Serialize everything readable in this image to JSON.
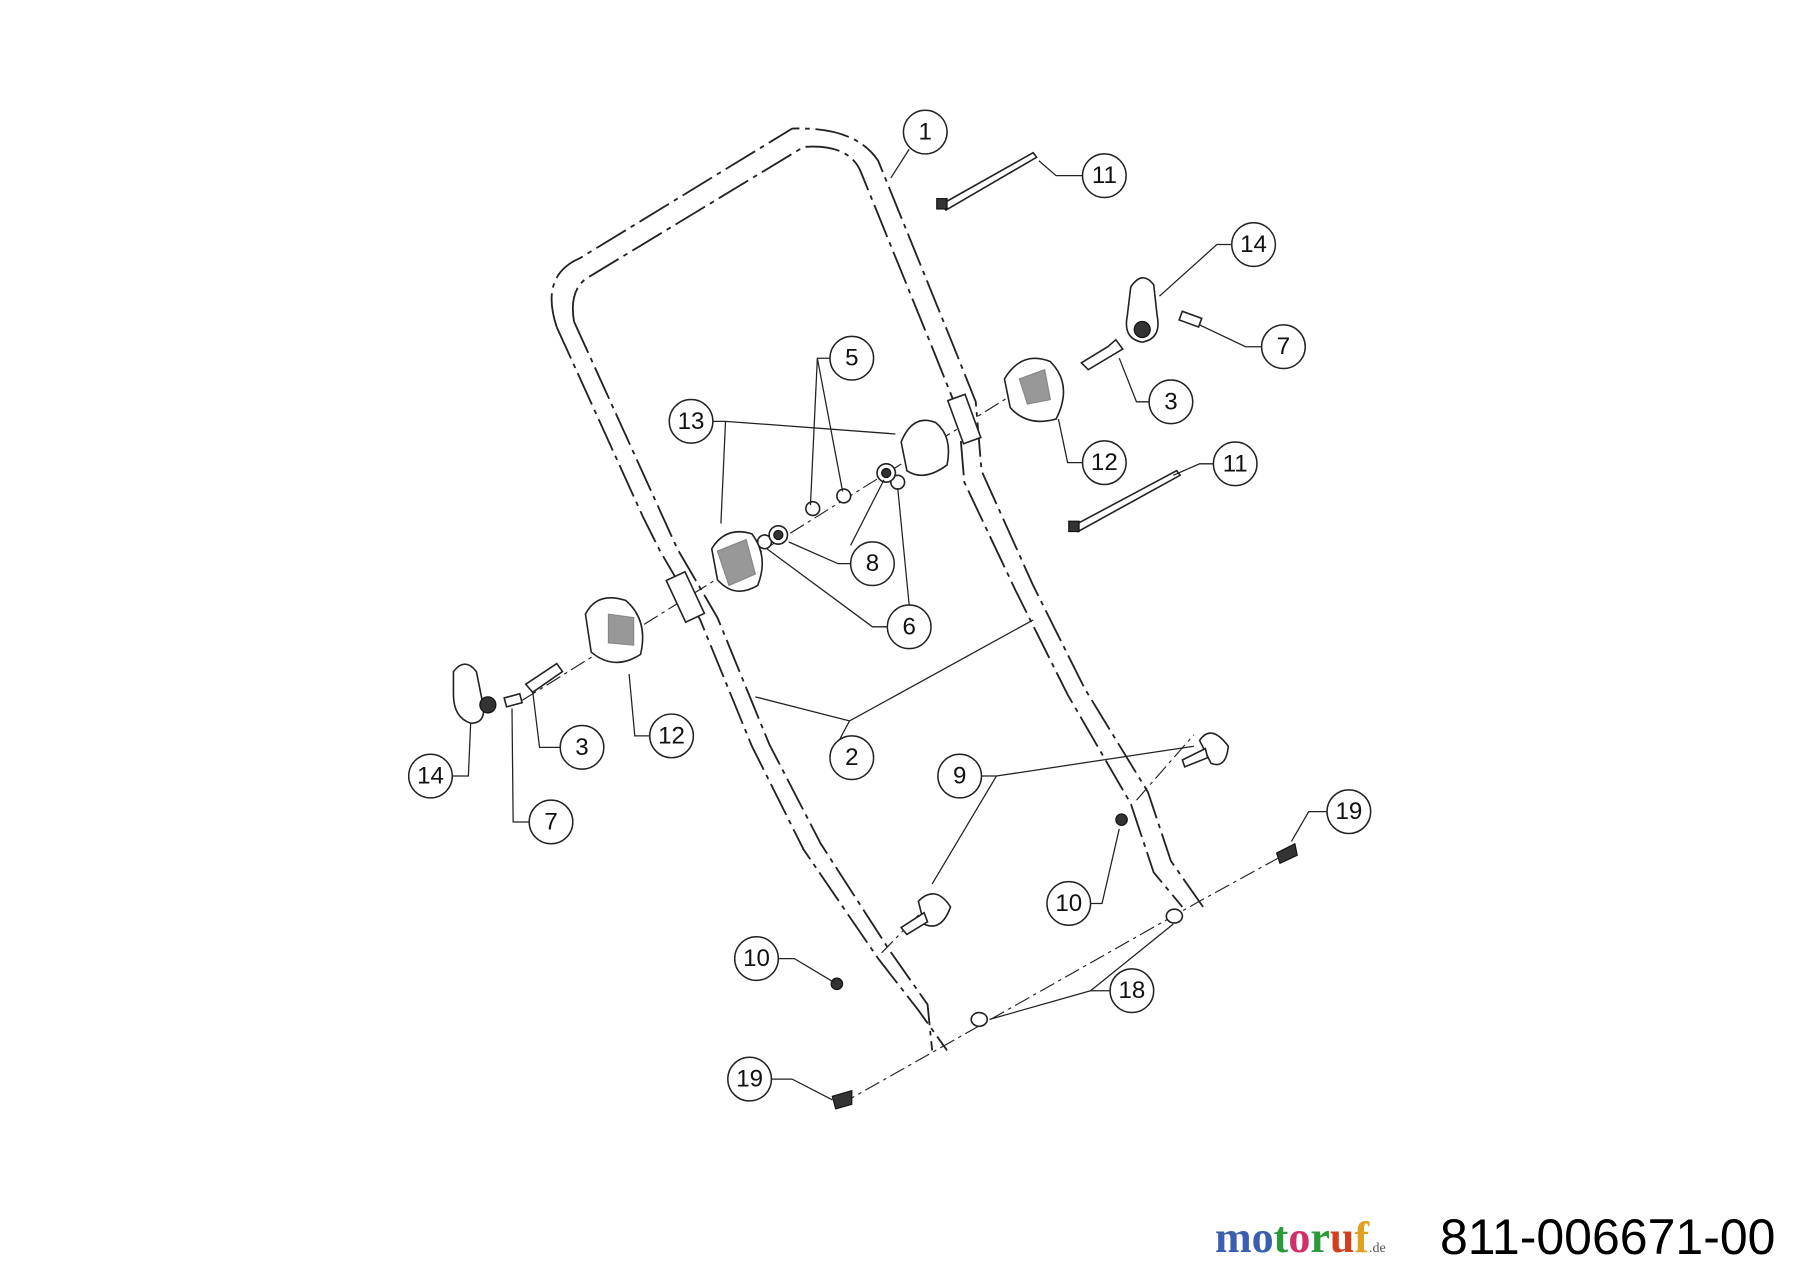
{
  "callouts": [
    "1",
    "11",
    "14",
    "7",
    "3",
    "12",
    "11",
    "5",
    "13",
    "8",
    "6",
    "2",
    "12",
    "3",
    "14",
    "7",
    "9",
    "19",
    "10",
    "18",
    "10",
    "19"
  ],
  "part_number": "811-006671-00",
  "watermark": {
    "text": "motoruf",
    "suffix": ".de",
    "colors": [
      "#3a5fb0",
      "#3a5fb0",
      "#2a9a3a",
      "#d0306a",
      "#2a9a3a",
      "#d04020",
      "#e0a020"
    ]
  }
}
